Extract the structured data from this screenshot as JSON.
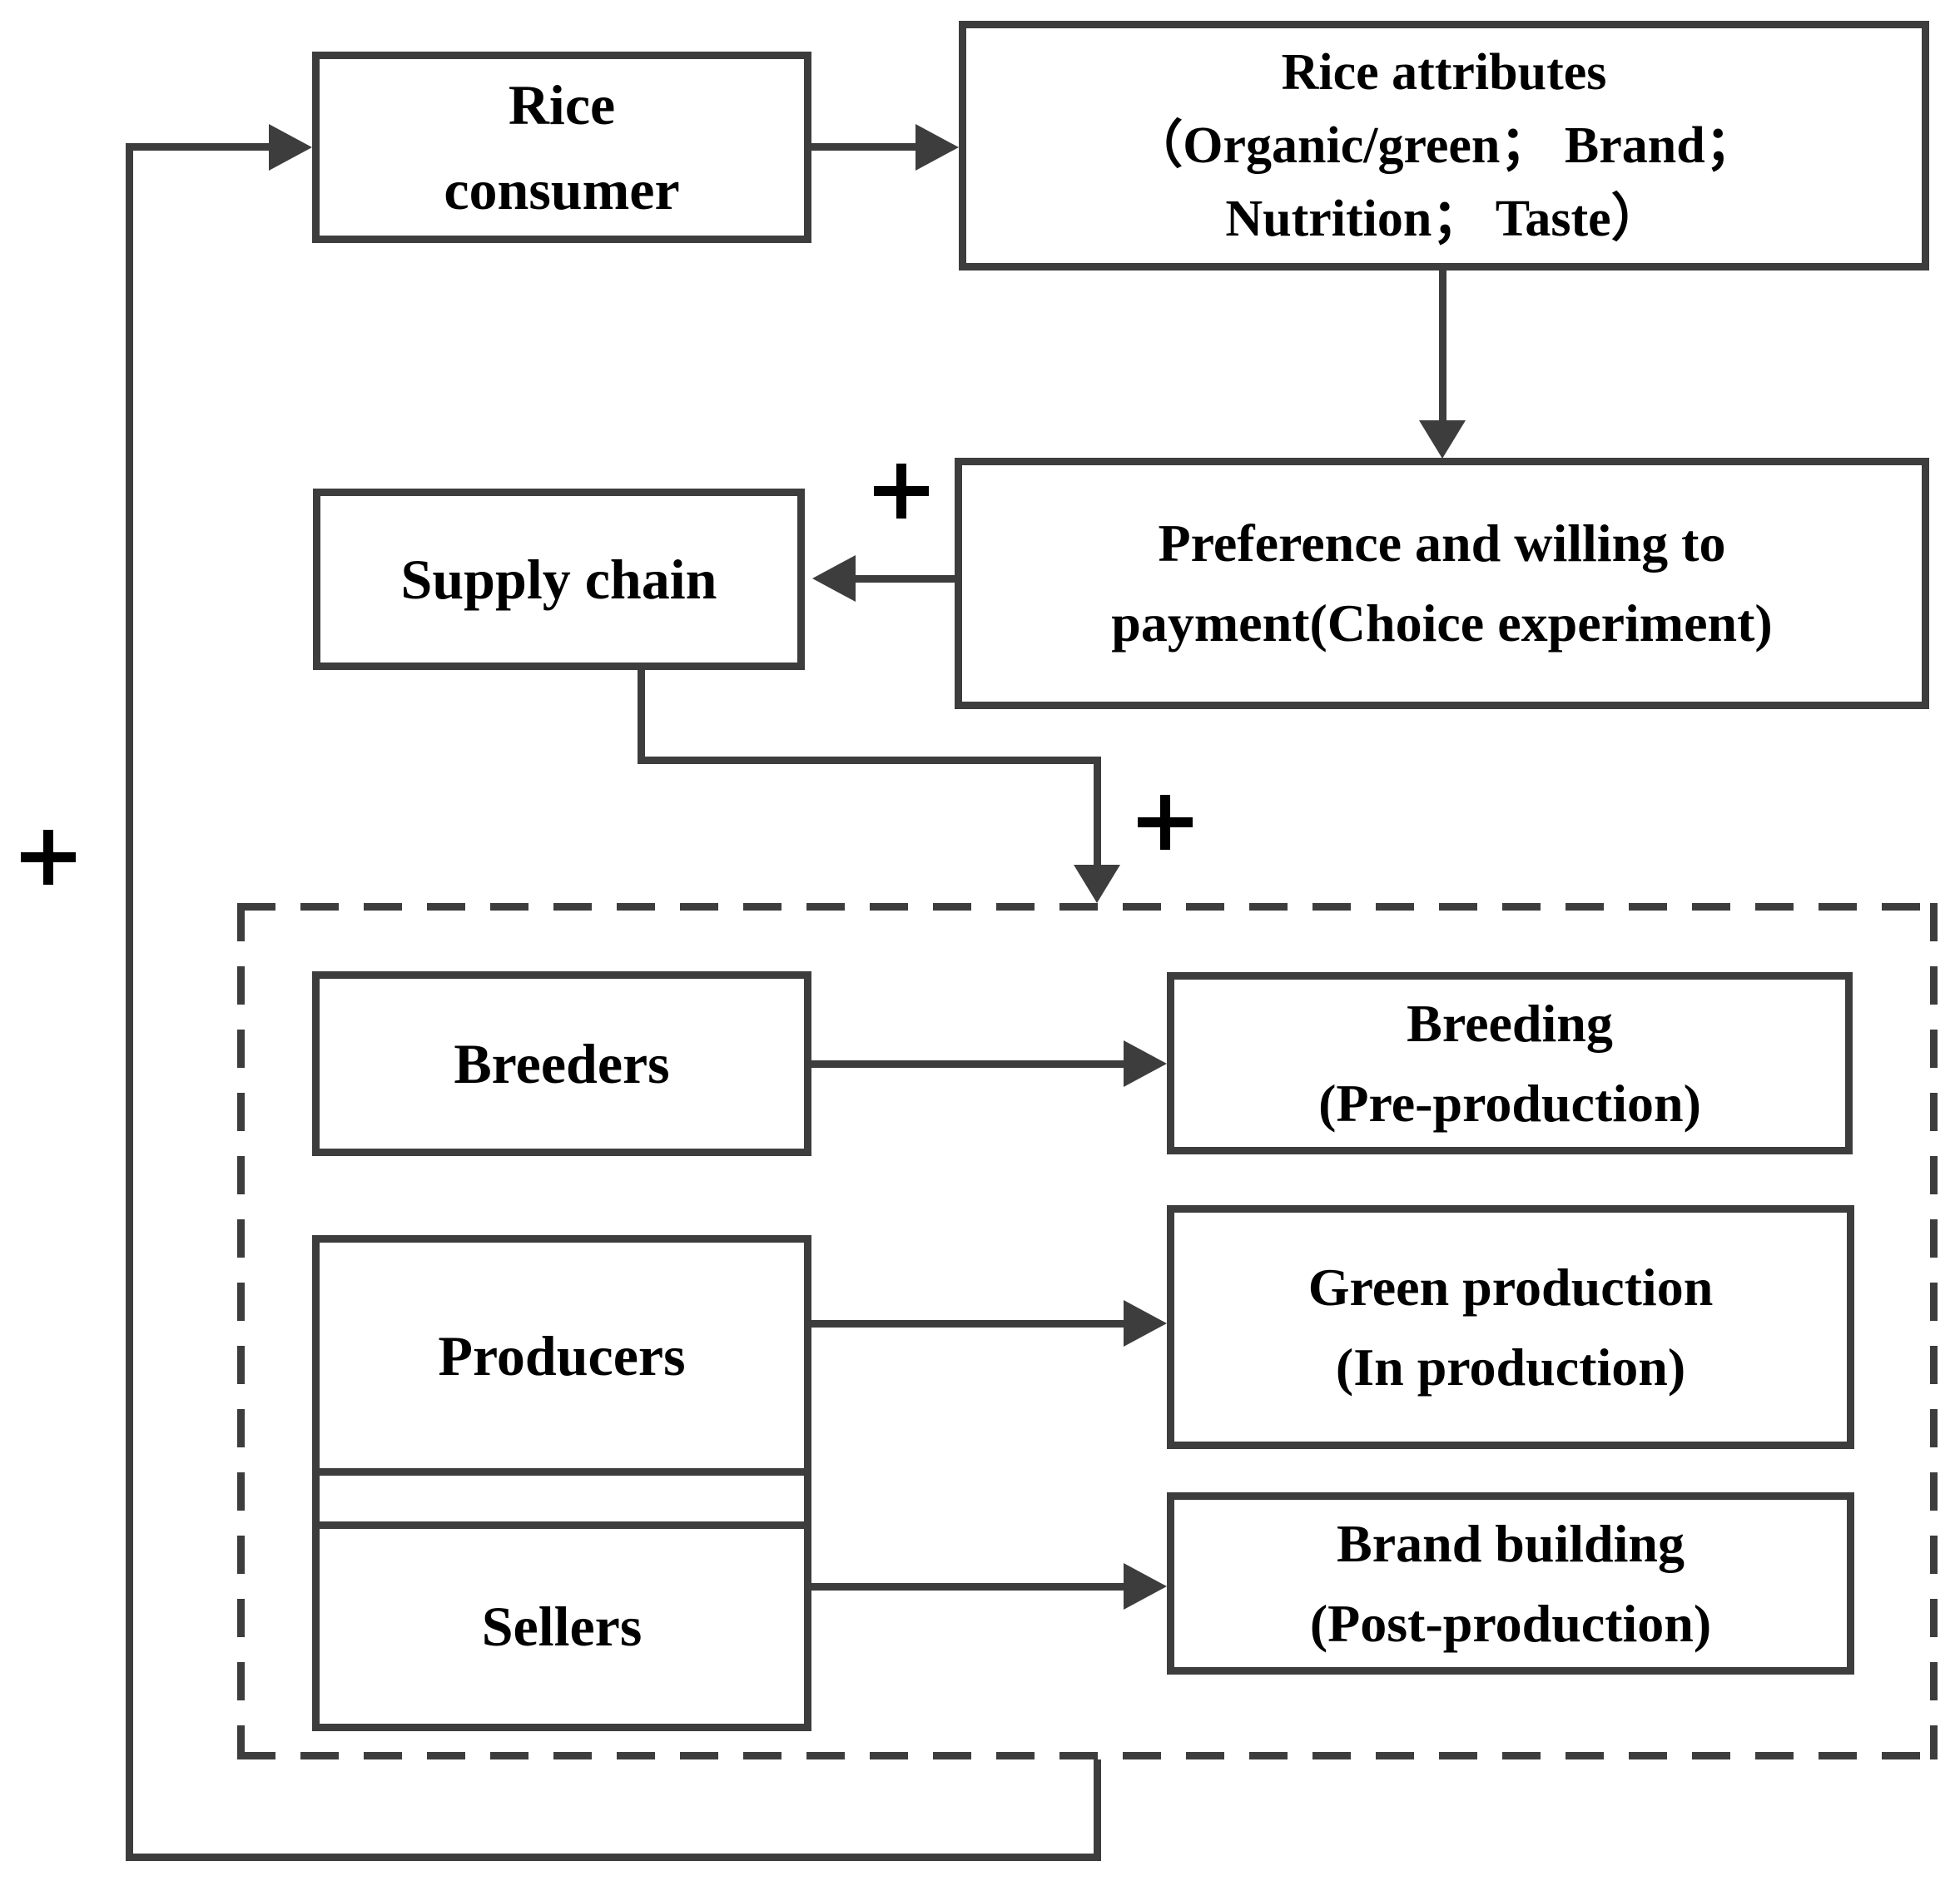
{
  "colors": {
    "line_gray": "#3d3d3d",
    "text_black": "#000000",
    "background": "#ffffff"
  },
  "icons": {
    "plus": "+",
    "arrowhead": "solid-triangle"
  },
  "nodes": {
    "rice_consumer": {
      "lines": [
        "Rice",
        "consumer"
      ]
    },
    "rice_attributes": {
      "lines": [
        "Rice attributes",
        "（Organic/green； Brand；",
        "Nutrition； Taste）"
      ]
    },
    "supply_chain": {
      "label": "Supply chain"
    },
    "preference": {
      "lines": [
        "Preference and willing to",
        "payment(Choice experiment)"
      ]
    },
    "stage_group": {
      "breeders": {
        "label": "Breeders"
      },
      "producers": {
        "label": "Producers"
      },
      "sellers": {
        "label": "Sellers"
      },
      "breeding": {
        "lines": [
          "Breeding",
          "(Pre-production)"
        ]
      },
      "green_production": {
        "lines": [
          "Green production",
          "(In production)"
        ]
      },
      "brand_building": {
        "lines": [
          "Brand building",
          "(Post-production)"
        ]
      }
    }
  }
}
